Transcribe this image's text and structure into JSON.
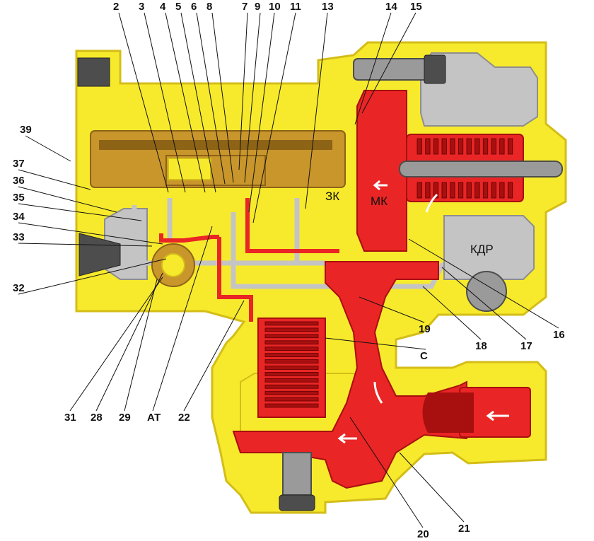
{
  "colors": {
    "body": "#f7ea2c",
    "body_edge": "#d4bd18",
    "spool": "#c9962c",
    "spool_dark": "#8d6316",
    "fluid": "#ea2525",
    "fluid_dark": "#a80f0f",
    "channel": "#c4c4c4",
    "metal": "#9a9a9a",
    "metal_dark": "#4d4d4d",
    "ink": "#111111",
    "arrow": "#ffffff"
  },
  "callouts": {
    "top": [
      "2",
      "3",
      "4",
      "5",
      "6",
      "8",
      "7",
      "9",
      "10",
      "11",
      "13",
      "14",
      "15"
    ],
    "left": [
      "39",
      "37",
      "36",
      "35",
      "34",
      "33",
      "32"
    ],
    "bottom": [
      "31",
      "28",
      "29",
      "АТ",
      "22",
      "20",
      "21"
    ],
    "right": [
      "16",
      "17",
      "18",
      "19",
      "С"
    ]
  },
  "zones": {
    "zk": "ЗК",
    "mk": "МК",
    "kdr": "КДР"
  }
}
